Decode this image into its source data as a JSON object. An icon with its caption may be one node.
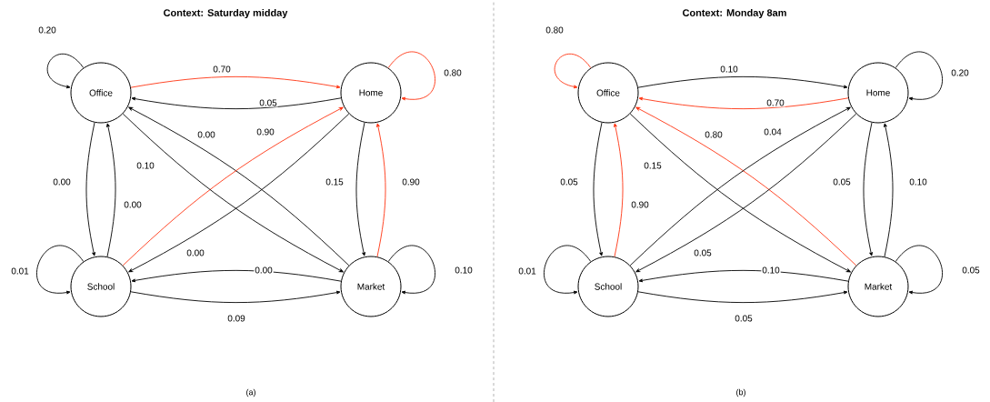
{
  "diagram": {
    "nodes": [
      {
        "text": [
          "Office"
        ]
      },
      {
        "text": [
          "Home"
        ]
      },
      {
        "text": [
          "School"
        ]
      },
      {
        "text": [
          "Market"
        ]
      },
      {
        "text": [
          "Office"
        ]
      },
      {
        "text": [
          "Home"
        ]
      },
      {
        "text": [
          "School"
        ]
      },
      {
        "text": [
          "Market"
        ]
      }
    ],
    "edges": [
      {
        "from": 0,
        "to": 0,
        "arrow": "to",
        "label": "0.20"
      },
      {
        "from": 0,
        "to": 1,
        "arrow": "to",
        "label": "0.70",
        "color": "#ff3311"
      },
      {
        "from": 1,
        "to": 0,
        "arrow": "to",
        "label": "0.05"
      },
      {
        "from": 1,
        "to": 1,
        "arrow": "to",
        "label": "0.80",
        "color": "#ff3311"
      },
      {
        "from": 3,
        "to": 0,
        "arrow": "to",
        "label": "0.00"
      },
      {
        "from": 2,
        "to": 1,
        "arrow": "to",
        "label": "0.90",
        "color": "#ff3311"
      },
      {
        "from": 0,
        "to": 3,
        "arrow": "to",
        "label": "0.10"
      },
      {
        "from": 0,
        "to": 2,
        "arrow": "to",
        "label": "0.00"
      },
      {
        "from": 2,
        "to": 0,
        "arrow": "to",
        "label": "0.00"
      },
      {
        "from": 1,
        "to": 3,
        "arrow": "to",
        "label": "0.15"
      },
      {
        "from": 3,
        "to": 1,
        "arrow": "to",
        "label": "0.90",
        "color": "#ff3311"
      },
      {
        "from": 1,
        "to": 2,
        "arrow": "to",
        "label": "0.00"
      },
      {
        "from": 2,
        "to": 2,
        "arrow": "to",
        "label": "0.01"
      },
      {
        "from": 3,
        "to": 2,
        "arrow": "to",
        "label": "0.00"
      },
      {
        "from": 3,
        "to": 3,
        "arrow": "to",
        "label": "0.10"
      },
      {
        "from": 2,
        "to": 3,
        "arrow": "to",
        "label": "0.09"
      },
      {
        "from": 4,
        "to": 4,
        "arrow": "to",
        "label": "0.80",
        "color": "#ff3311"
      },
      {
        "from": 4,
        "to": 5,
        "arrow": "to",
        "label": "0.10"
      },
      {
        "from": 5,
        "to": 4,
        "arrow": "to",
        "label": "0.70",
        "color": "#ff3311"
      },
      {
        "from": 5,
        "to": 5,
        "arrow": "to",
        "label": "0.20"
      },
      {
        "from": 7,
        "to": 4,
        "arrow": "to",
        "label": "0.80",
        "color": "#ff3311"
      },
      {
        "from": 6,
        "to": 5,
        "arrow": "to",
        "label": "0.04"
      },
      {
        "from": 4,
        "to": 7,
        "arrow": "to",
        "label": "0.15"
      },
      {
        "from": 4,
        "to": 6,
        "arrow": "to",
        "label": "0.05"
      },
      {
        "from": 6,
        "to": 4,
        "arrow": "to",
        "label": "0.90",
        "color": "#ff3311"
      },
      {
        "from": 5,
        "to": 7,
        "arrow": "to",
        "label": "0.05"
      },
      {
        "from": 7,
        "to": 5,
        "arrow": "to",
        "label": "0.10"
      },
      {
        "from": 5,
        "to": 6,
        "arrow": "to",
        "label": "0.05"
      },
      {
        "from": 6,
        "to": 6,
        "arrow": "to",
        "label": "0.01"
      },
      {
        "from": 7,
        "to": 6,
        "arrow": "to",
        "label": "0.10"
      },
      {
        "from": 7,
        "to": 7,
        "arrow": "to",
        "label": "0.05"
      },
      {
        "from": 6,
        "to": 7,
        "arrow": "to",
        "label": "0.05"
      }
    ],
    "labels": [
      "Context: Saturday midday",
      "Context: Monday 8am",
      "(a)",
      "(b)"
    ]
  }
}
